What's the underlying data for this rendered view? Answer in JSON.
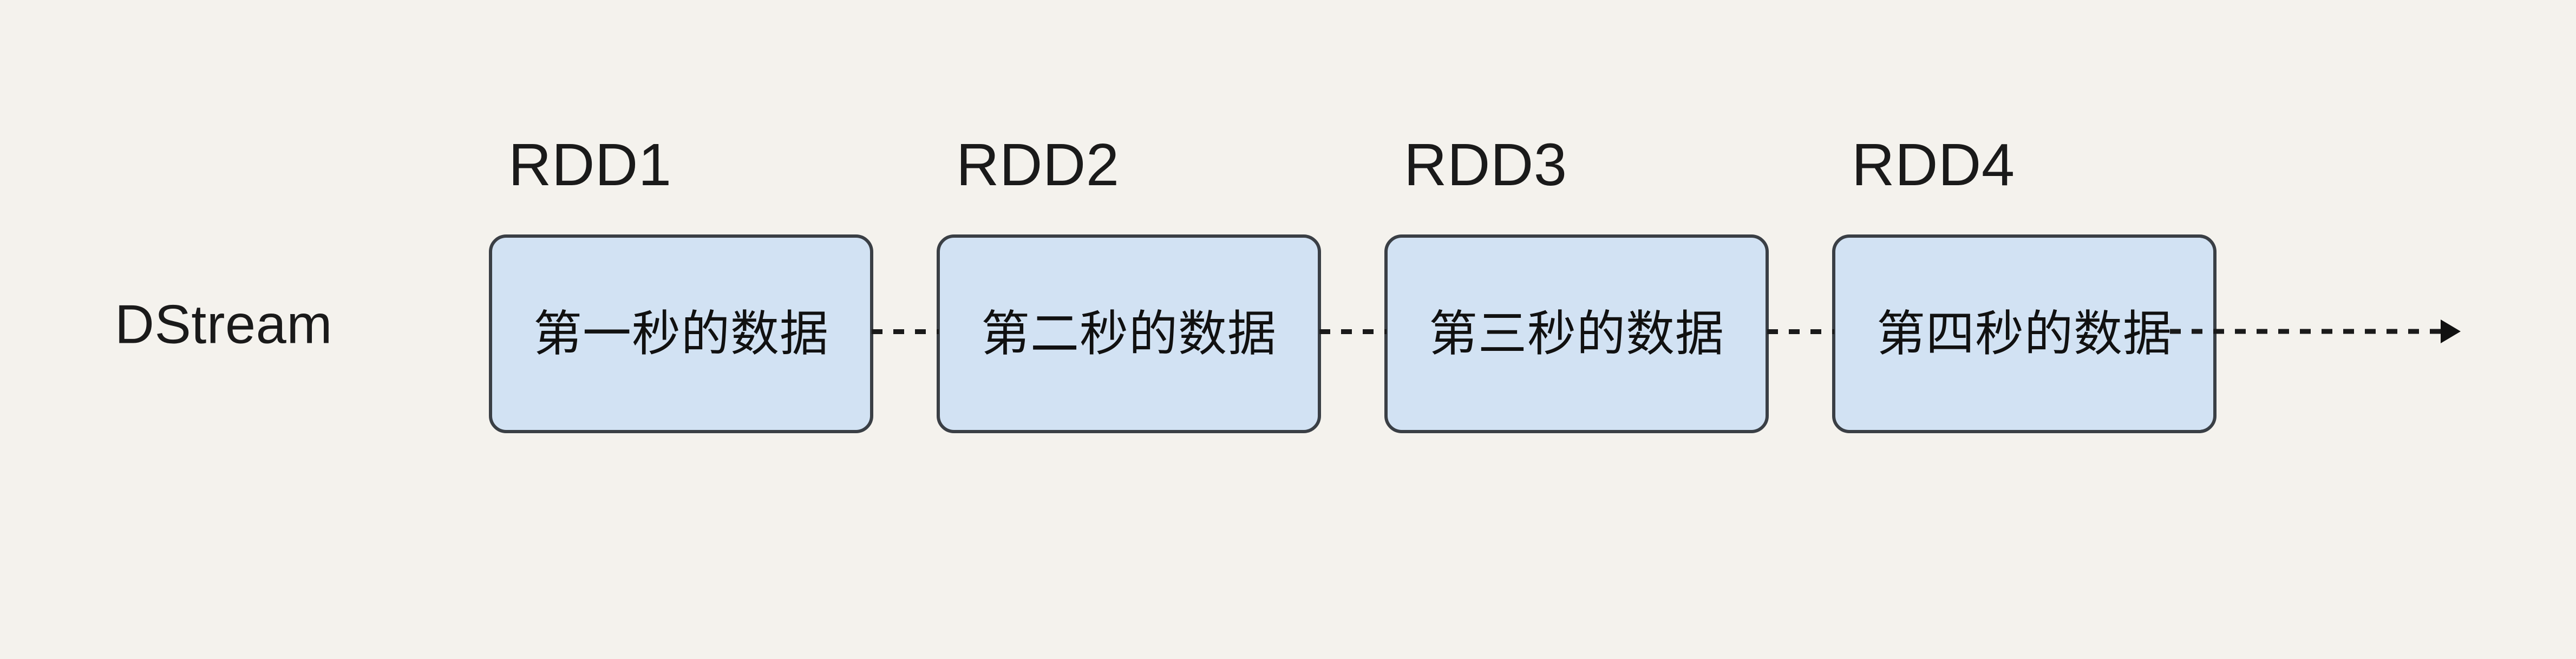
{
  "diagram": {
    "background_color": "#f4f2ed",
    "stream_label": "DStream",
    "box_fill_color": "#d2e2f3",
    "box_border_color": "#3a3f45",
    "connector_color": "#1a1a1a",
    "rdds": [
      {
        "title": "RDD1",
        "label": "第一秒的数据"
      },
      {
        "title": "RDD2",
        "label": "第二秒的数据"
      },
      {
        "title": "RDD3",
        "label": "第三秒的数据"
      },
      {
        "title": "RDD4",
        "label": "第四秒的数据"
      }
    ],
    "connectors": [
      {
        "name": "rdd1-to-rdd2",
        "style": "dashed",
        "arrowhead": false
      },
      {
        "name": "rdd2-to-rdd3",
        "style": "dashed",
        "arrowhead": false
      },
      {
        "name": "rdd3-to-rdd4",
        "style": "dashed",
        "arrowhead": false
      },
      {
        "name": "rdd4-to-continuation",
        "style": "dashed",
        "arrowhead": true
      }
    ]
  }
}
